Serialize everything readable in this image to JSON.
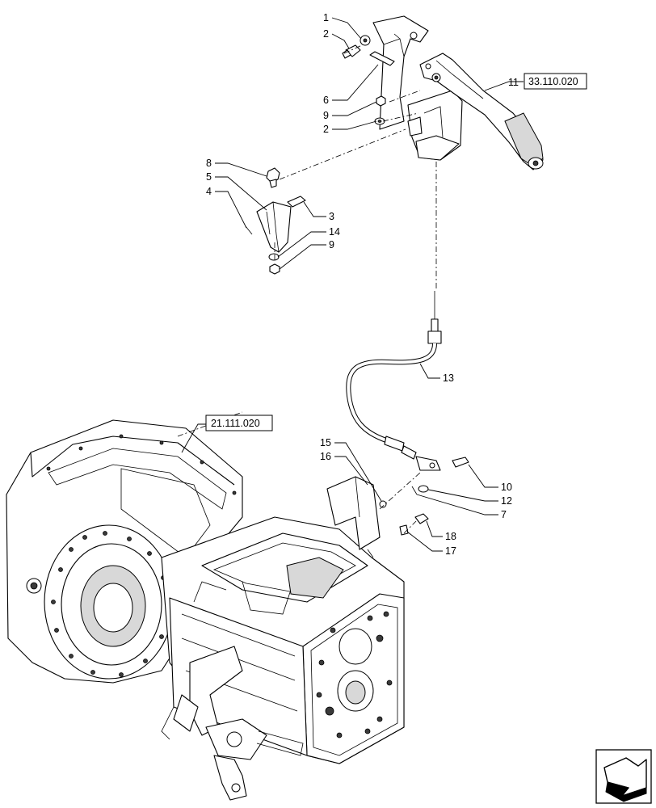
{
  "callouts": [
    {
      "id": "c1",
      "text": "1"
    },
    {
      "id": "c2a",
      "text": "2"
    },
    {
      "id": "c6",
      "text": "6"
    },
    {
      "id": "c9a",
      "text": "9"
    },
    {
      "id": "c2b",
      "text": "2"
    },
    {
      "id": "c11",
      "text": "11"
    },
    {
      "id": "c8",
      "text": "8"
    },
    {
      "id": "c5",
      "text": "5"
    },
    {
      "id": "c4",
      "text": "4"
    },
    {
      "id": "c3",
      "text": "3"
    },
    {
      "id": "c14",
      "text": "14"
    },
    {
      "id": "c9b",
      "text": "9"
    },
    {
      "id": "c13",
      "text": "13"
    },
    {
      "id": "c15",
      "text": "15"
    },
    {
      "id": "c16",
      "text": "16"
    },
    {
      "id": "c10",
      "text": "10"
    },
    {
      "id": "c12",
      "text": "12"
    },
    {
      "id": "c7",
      "text": "7"
    },
    {
      "id": "c18",
      "text": "18"
    },
    {
      "id": "c17",
      "text": "17"
    }
  ],
  "references": {
    "ref_handbrake": "33.110.020",
    "ref_transmission": "21.111.020"
  },
  "icons": {
    "nav": "next-page-arrow-icon"
  }
}
